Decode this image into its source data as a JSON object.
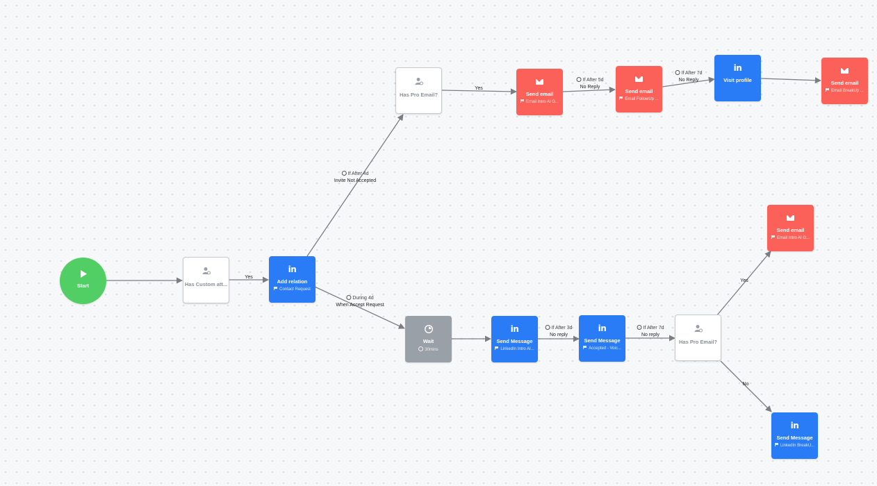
{
  "nodes": {
    "start": {
      "title": "Start",
      "icon": "play-icon"
    },
    "has_custom": {
      "title": "Has Custom att...",
      "icon": "user-check-icon"
    },
    "add_relation": {
      "title": "Add relation",
      "sub": "Contact Request",
      "icon": "linkedin-icon"
    },
    "has_pro_email_top": {
      "title": "Has Pro Email?",
      "icon": "user-check-icon"
    },
    "send_email_1": {
      "title": "Send email",
      "sub": "Email Intro AI G...",
      "icon": "envelope-icon"
    },
    "send_email_2": {
      "title": "Send email",
      "sub": "Email FollowUp ...",
      "icon": "envelope-icon"
    },
    "visit_profile": {
      "title": "Visit profile",
      "icon": "linkedin-icon"
    },
    "send_email_3": {
      "title": "Send email",
      "sub": "Email BreakUp ...",
      "icon": "envelope-icon"
    },
    "wait": {
      "title": "Wait",
      "sub": "30mins",
      "icon": "timer-icon"
    },
    "send_message_1": {
      "title": "Send Message",
      "sub": "LinkedIn Intro AI...",
      "icon": "linkedin-icon"
    },
    "send_message_2": {
      "title": "Send Message",
      "sub": "Accepted - Voic...",
      "icon": "linkedin-icon"
    },
    "has_pro_email_bottom": {
      "title": "Has Pro Email?",
      "icon": "user-check-icon"
    },
    "send_email_4": {
      "title": "Send email",
      "sub": "Email Intro AI G...",
      "icon": "envelope-icon"
    },
    "send_message_3": {
      "title": "Send Message",
      "sub": "LinkedIn BreakU...",
      "icon": "linkedin-icon"
    }
  },
  "edges": {
    "start_to_custom": {
      "label": ""
    },
    "custom_to_relation": {
      "label": "Yes"
    },
    "relation_to_pro_top": {
      "cond": "If After 4d",
      "label": "Invite Not Accepted"
    },
    "relation_to_wait": {
      "cond": "During 4d",
      "label": "When Accept Request"
    },
    "pro_top_to_email1": {
      "label": "Yes"
    },
    "email1_to_email2": {
      "cond": "If After 5d",
      "label": "No Reply"
    },
    "email2_to_visit": {
      "cond": "If After 7d",
      "label": "No Reply"
    },
    "visit_to_email3": {
      "label": ""
    },
    "wait_to_msg1": {
      "label": ""
    },
    "msg1_to_msg2": {
      "cond": "If After 3d",
      "label": "No reply"
    },
    "msg2_to_pro_bottom": {
      "cond": "If After 7d",
      "label": "No reply"
    },
    "pro_bottom_to_email4": {
      "label": "Yes"
    },
    "pro_bottom_to_msg3": {
      "label": "No"
    }
  },
  "colors": {
    "email": "#fb6059",
    "linkedin": "#2a7cf6",
    "wait": "#9aa0a8",
    "start": "#52cf64",
    "condition": "#ffffff",
    "edge": "#7a7d82"
  }
}
